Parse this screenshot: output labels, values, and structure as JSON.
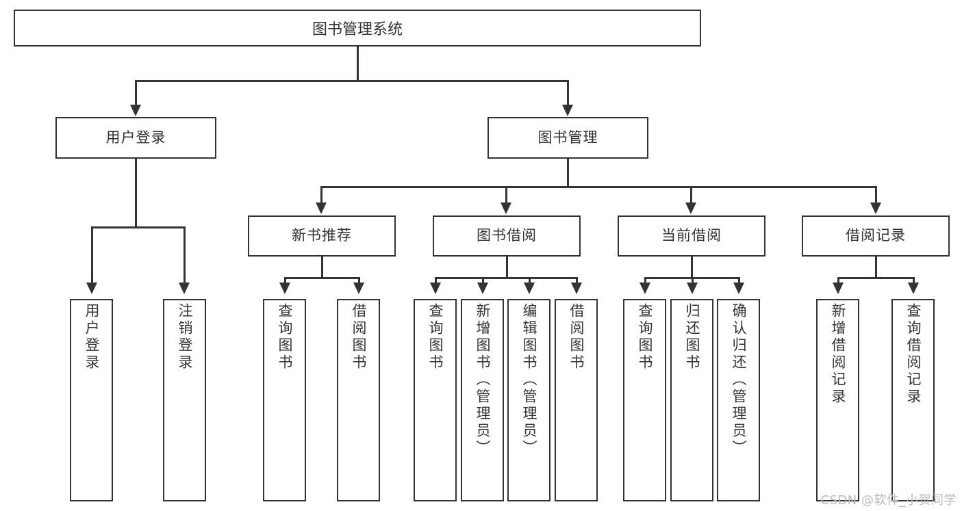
{
  "diagram": {
    "title": "图书管理系统",
    "type": "tree-hierarchy",
    "root": {
      "label": "图书管理系统"
    },
    "level2": [
      {
        "label": "用户登录"
      },
      {
        "label": "图书管理"
      }
    ],
    "level3": [
      {
        "label": "新书推荐"
      },
      {
        "label": "图书借阅"
      },
      {
        "label": "当前借阅"
      },
      {
        "label": "借阅记录"
      }
    ],
    "leaves": {
      "user_login": [
        {
          "label": "用户登录"
        },
        {
          "label": "注销登录"
        }
      ],
      "new_book_recommend": [
        {
          "label": "查询图书"
        },
        {
          "label": "借阅图书"
        }
      ],
      "book_borrow": [
        {
          "label": "查询图书"
        },
        {
          "label": "新增图书（管理员）"
        },
        {
          "label": "编辑图书（管理员）"
        },
        {
          "label": "借阅图书"
        }
      ],
      "current_borrow": [
        {
          "label": "查询图书"
        },
        {
          "label": "归还图书"
        },
        {
          "label": "确认归还（管理员）"
        }
      ],
      "borrow_record": [
        {
          "label": "新增借阅记录"
        },
        {
          "label": "查询借阅记录"
        }
      ]
    }
  },
  "watermark": {
    "text": "CSDN @软件_小贺同学"
  },
  "colors": {
    "border": "#333333",
    "text": "#333333",
    "background": "#ffffff",
    "watermark": "#b9b9b9"
  }
}
